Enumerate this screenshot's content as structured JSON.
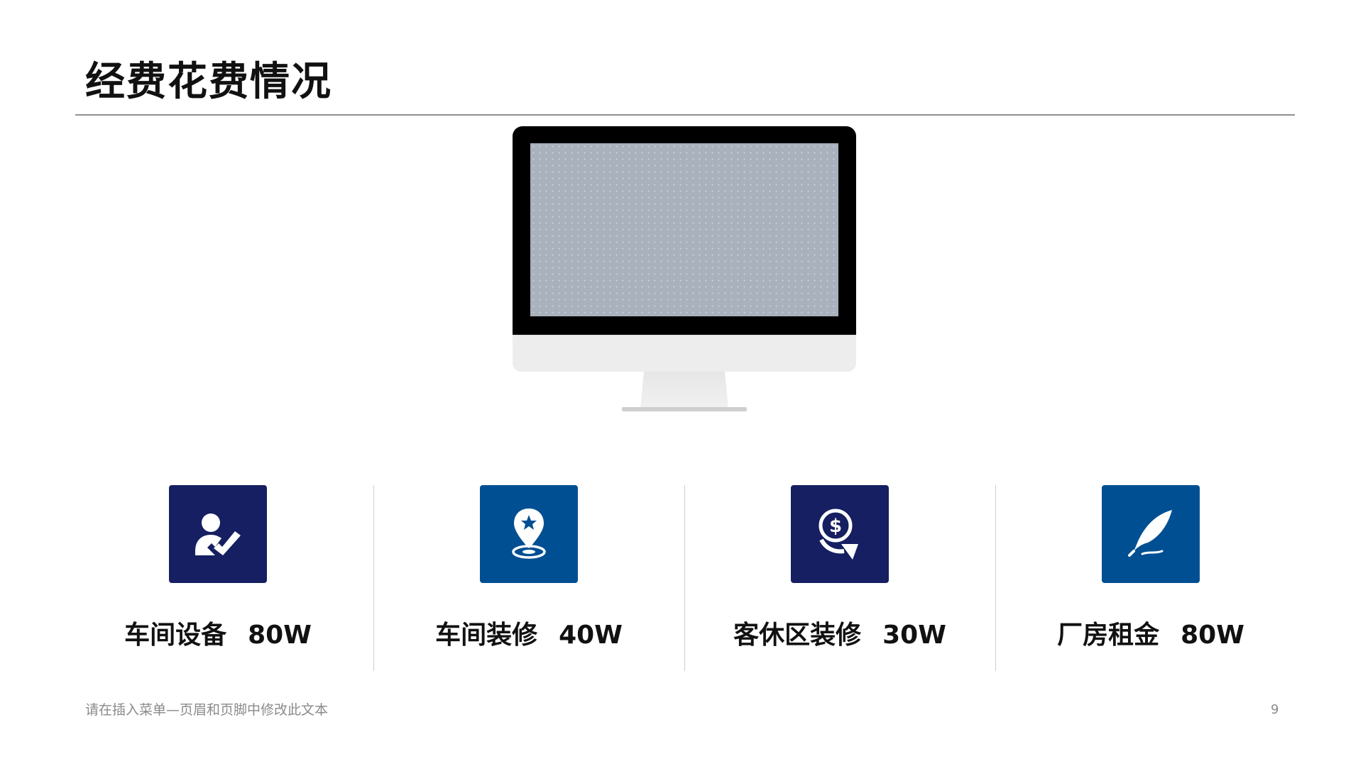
{
  "slide": {
    "title": "经费花费情况",
    "footer": "请在插入菜单—页眉和页脚中修改此文本",
    "page_number": "9"
  },
  "colors": {
    "navy": "#151f61",
    "blue": "#004f93",
    "text": "#111111",
    "rule": "#8f8f8f",
    "screen": "#a9b1bd"
  },
  "items": [
    {
      "name": "车间设备",
      "amount": "80W",
      "icon": "user-check-icon",
      "color": "#151f61"
    },
    {
      "name": "车间装修",
      "amount": "40W",
      "icon": "location-star-icon",
      "color": "#004f93"
    },
    {
      "name": "客休区装修",
      "amount": "30W",
      "icon": "dollar-exchange-icon",
      "color": "#151f61"
    },
    {
      "name": "厂房租金",
      "amount": "80W",
      "icon": "feather-quill-icon",
      "color": "#004f93"
    }
  ]
}
